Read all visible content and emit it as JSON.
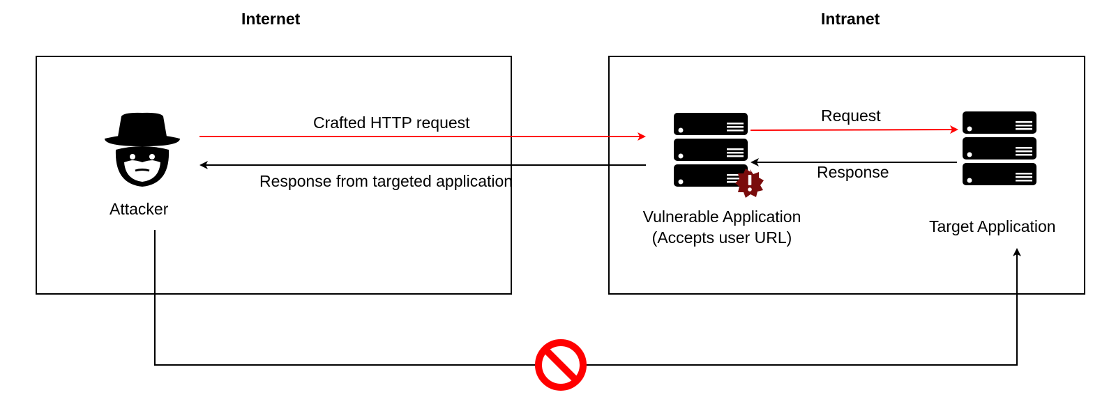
{
  "zones": {
    "internet_title": "Internet",
    "intranet_title": "Intranet"
  },
  "nodes": {
    "attacker": {
      "label": "Attacker",
      "icon": "spy-icon"
    },
    "vulnerable_app": {
      "label_line1": "Vulnerable Application",
      "label_line2": "(Accepts user URL)",
      "icon": "server-stack-icon",
      "badge_icon": "warning-badge-icon"
    },
    "target_app": {
      "label": "Target Application",
      "icon": "server-stack-icon"
    }
  },
  "edges": {
    "crafted_request": "Crafted HTTP request",
    "response_targeted": "Response from targeted application",
    "request": "Request",
    "response": "Response",
    "blocked_path_icon": "prohibited-icon"
  },
  "colors": {
    "attack": "#ff0000",
    "normal": "#000000",
    "badge": "#7a0c0c",
    "prohibited": "#ff0000"
  }
}
